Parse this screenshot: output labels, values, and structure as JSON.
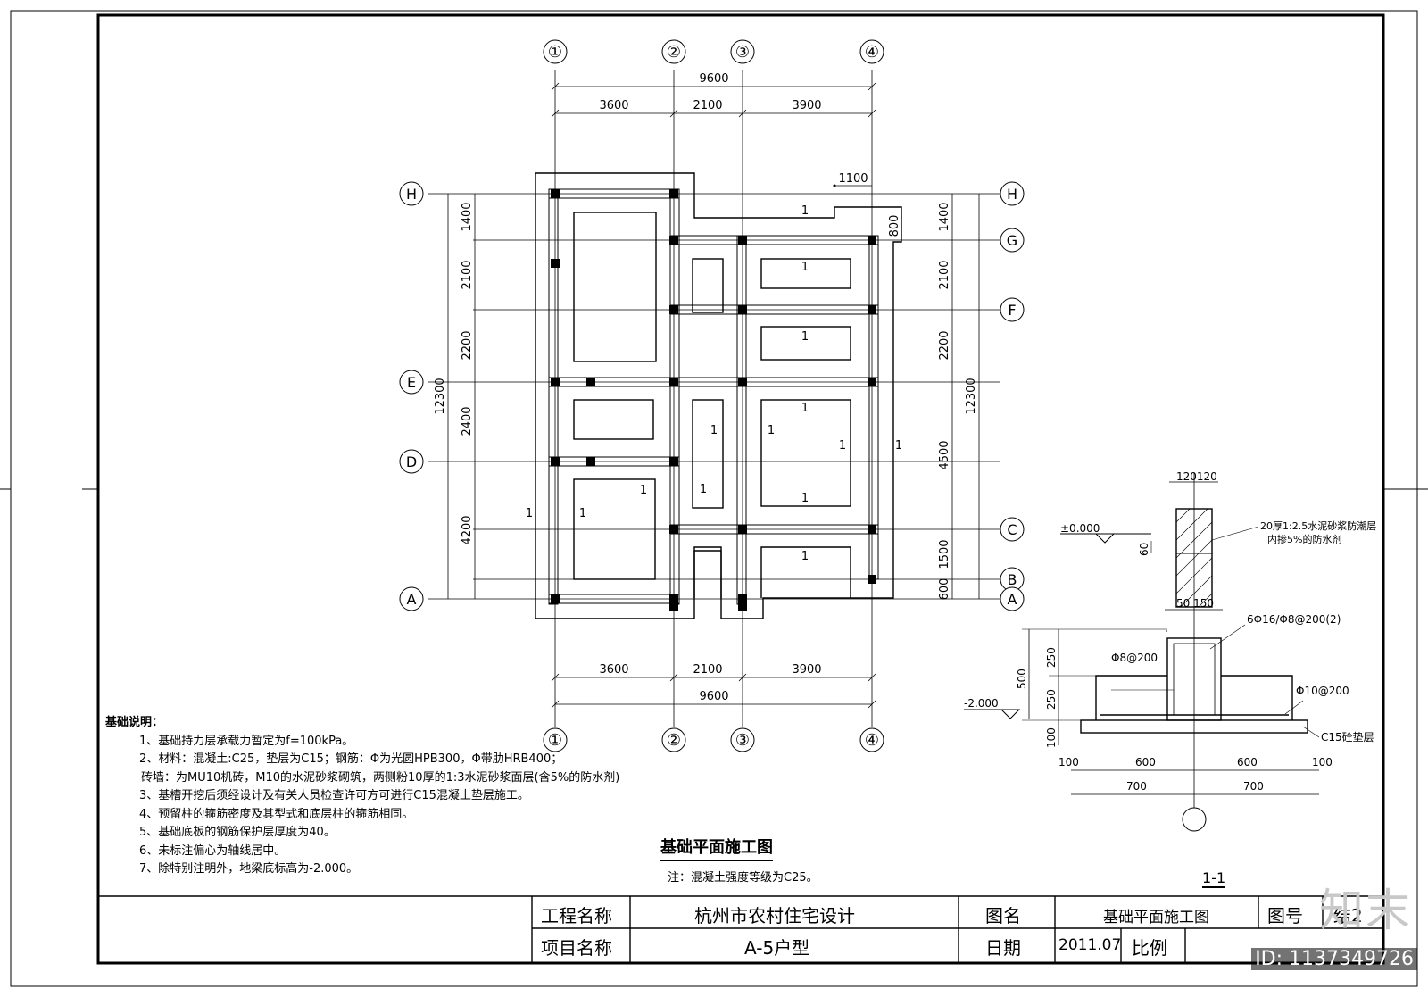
{
  "plan": {
    "axes_top": [
      "①",
      "②",
      "③",
      "④"
    ],
    "axes_left": [
      "H",
      "E",
      "D",
      "A"
    ],
    "axes_right": [
      "H",
      "G",
      "F",
      "C",
      "B",
      "A"
    ],
    "dim_total_top": "9600",
    "dim_top": [
      "3600",
      "2100",
      "3900"
    ],
    "dim_bottom": [
      "3600",
      "2100",
      "3900"
    ],
    "dim_total_bottom": "9600",
    "dim_left": [
      "1400",
      "2100",
      "2200",
      "2400",
      "4200"
    ],
    "dim_left_total": "12300",
    "dim_right": [
      "1400",
      "2100",
      "2200",
      "4500",
      "1500",
      "600"
    ],
    "dim_right_total": "12300",
    "dim_1100": "1100",
    "dim_800": "800",
    "section_mark": "1",
    "title": "基础平面施工图",
    "note": "注：混凝土强度等级为C25。"
  },
  "notes": {
    "title": "基础说明：",
    "lines": [
      "1、基础持力层承载力暂定为f=100kPa。",
      "2、材料：混凝土:C25，垫层为C15；钢筋：Φ为光圆HPB300，Φ带肋HRB400；",
      "砖墙：为MU10机砖，M10的水泥砂浆砌筑，两侧粉10厚的1:3水泥砂浆面层(含5%的防水剂)",
      "3、基槽开挖后须经设计及有关人员检查许可方可进行C15混凝土垫层施工。",
      "4、预留柱的箍筋密度及其型式和底层柱的箍筋相同。",
      "5、基础底板的钢筋保护层厚度为40。",
      "6、未标注偏心为轴线居中。",
      "7、除特别注明外，地梁底标高为-2.000。"
    ]
  },
  "section": {
    "title": "1-1",
    "top_dims": "120120",
    "elev_0": "±0.000",
    "elev_2": "-2.000",
    "dim_60": "60",
    "dim_50_150": "50 150",
    "dim_250a": "250",
    "dim_250b": "250",
    "dim_500": "500",
    "dim_100": "100",
    "label_dpc": "20厚1:2.5水泥砂浆防潮层",
    "label_dpc2": "内掺5%的防水剂",
    "label_beam": "6Φ16/Φ8@200(2)",
    "label_stirrup": "Φ8@200",
    "label_bottom": "Φ10@200",
    "label_cushion": "C15砼垫层",
    "bottom_dims": [
      "100",
      "600",
      "600",
      "100"
    ],
    "bottom_dims2": [
      "700",
      "700"
    ]
  },
  "title_block": {
    "project_label": "工程名称",
    "project_value": "杭州市农村住宅设计",
    "item_label": "项目名称",
    "item_value": "A-5户型",
    "drawing_label": "图名",
    "drawing_value": "基础平面施工图",
    "number_label": "图号",
    "number_value": "结2",
    "date_label": "日期",
    "date_value": "2011.07",
    "scale_label": "比例"
  },
  "watermark": {
    "logo": "知末",
    "id": "ID: 1137349726"
  }
}
